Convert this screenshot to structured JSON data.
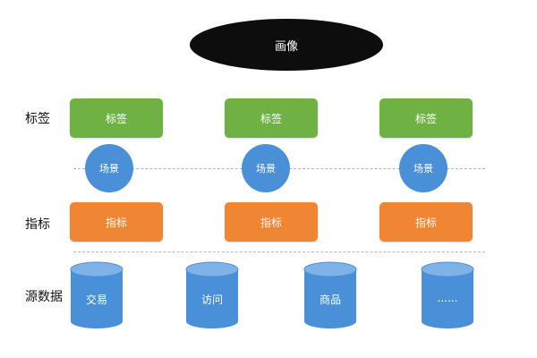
{
  "portrait": {
    "label": "画像"
  },
  "row_labels": {
    "tags": "标签",
    "metrics": "指标",
    "sources": "源数据"
  },
  "tags": [
    "标签",
    "标签",
    "标签"
  ],
  "scenes": [
    "场景",
    "场景",
    "场景"
  ],
  "metrics": [
    "指标",
    "指标",
    "指标"
  ],
  "sources": [
    "交易",
    "访问",
    "商品",
    "......"
  ],
  "colors": {
    "tag": "#6fb142",
    "metric": "#f08534",
    "scene": "#4a90d9",
    "database": "#4a90d9",
    "portrait": "#0d0d0d"
  }
}
